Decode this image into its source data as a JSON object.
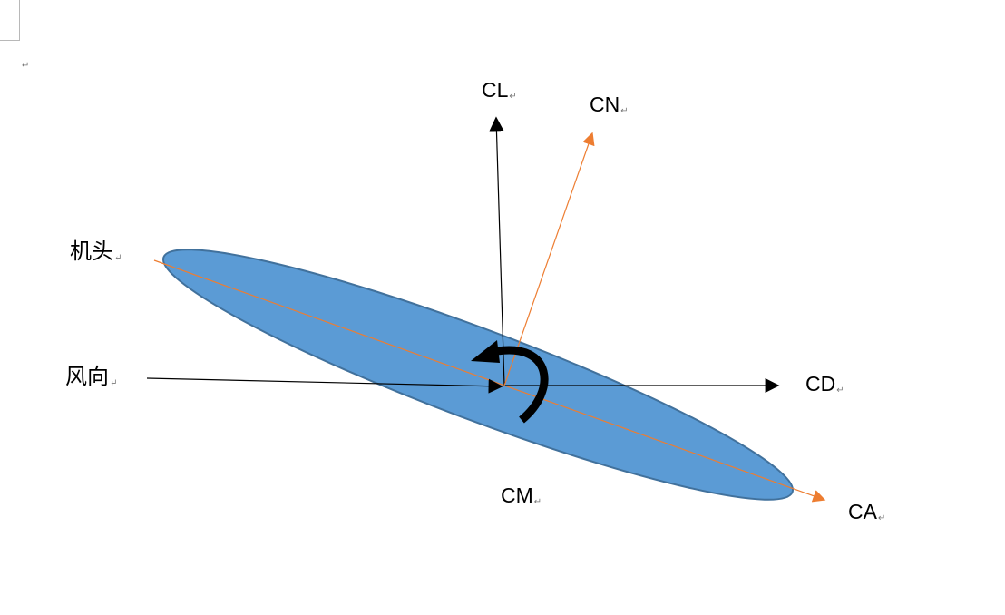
{
  "document": {
    "paragraph_mark": "↵"
  },
  "diagram": {
    "labels": {
      "nose": "机头",
      "wind_direction": "风向",
      "lift": "CL",
      "normal_force": "CN",
      "drag": "CD",
      "axial_force": "CA",
      "moment": "CM"
    }
  },
  "colors": {
    "body_fill": "#5b9bd5",
    "body_stroke": "#41719c",
    "black_arrow": "#000000",
    "orange_arrow": "#ed7d31"
  }
}
